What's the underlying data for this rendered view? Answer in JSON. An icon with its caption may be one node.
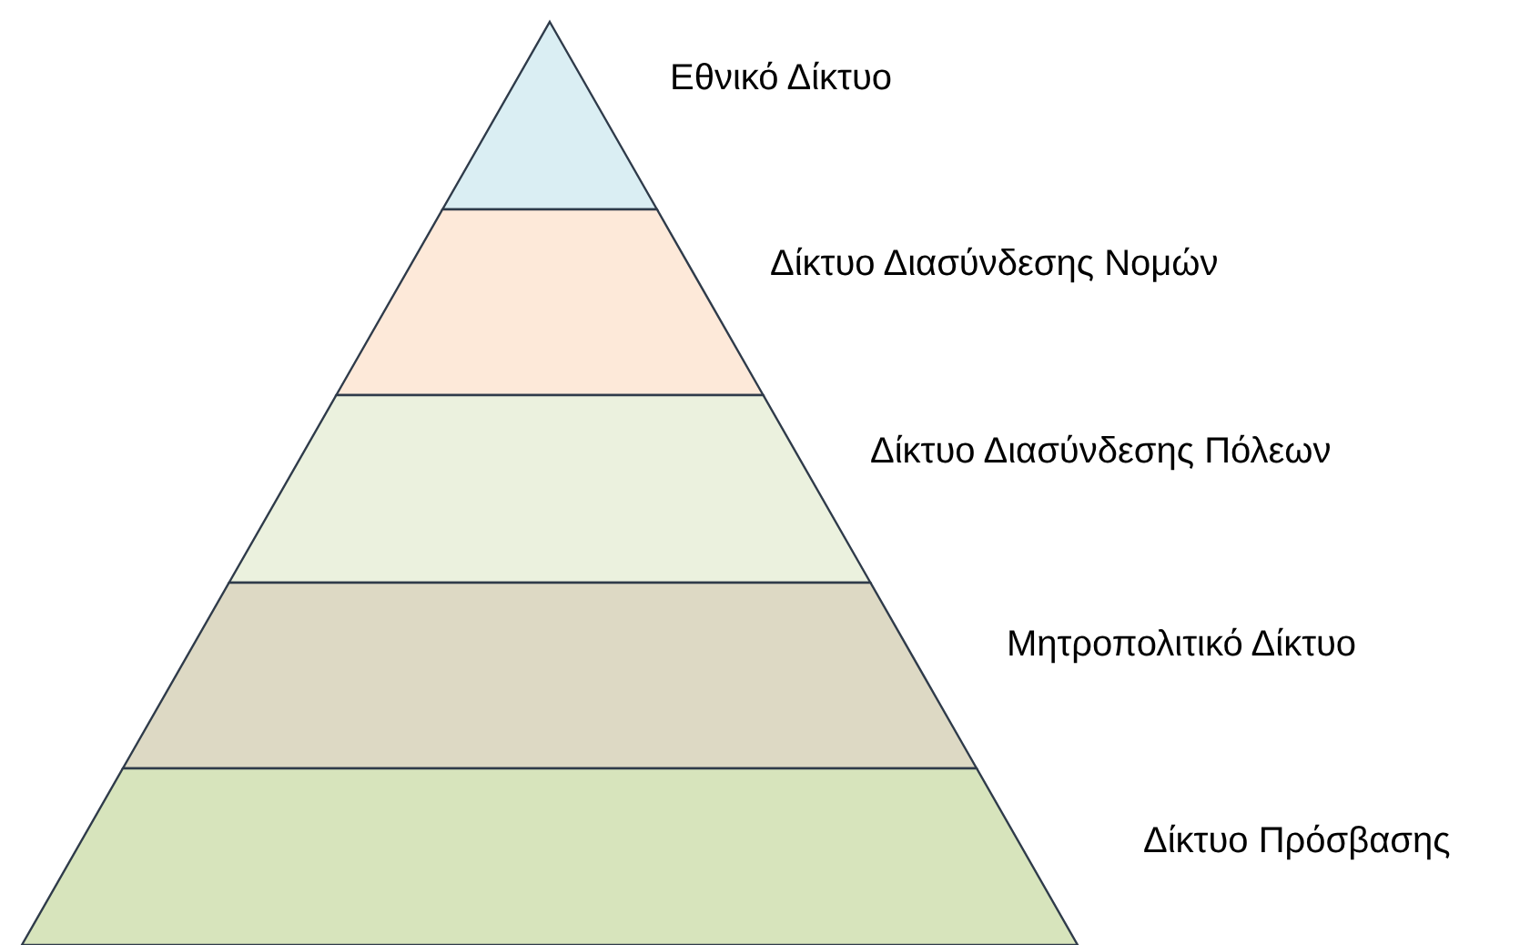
{
  "diagram": {
    "nodes": [
      {
        "text": [
          "Εθνικό Δίκτυο"
        ]
      },
      {
        "text": [
          "Δίκτυο Διασύνδεσης Νομών"
        ]
      },
      {
        "text": [
          "Δίκτυο Διασύνδεσης Πόλεων"
        ]
      },
      {
        "text": [
          "Μητροπολιτικό Δίκτυο"
        ]
      },
      {
        "text": [
          "Δίκτυο Πρόσβασης"
        ]
      }
    ]
  }
}
